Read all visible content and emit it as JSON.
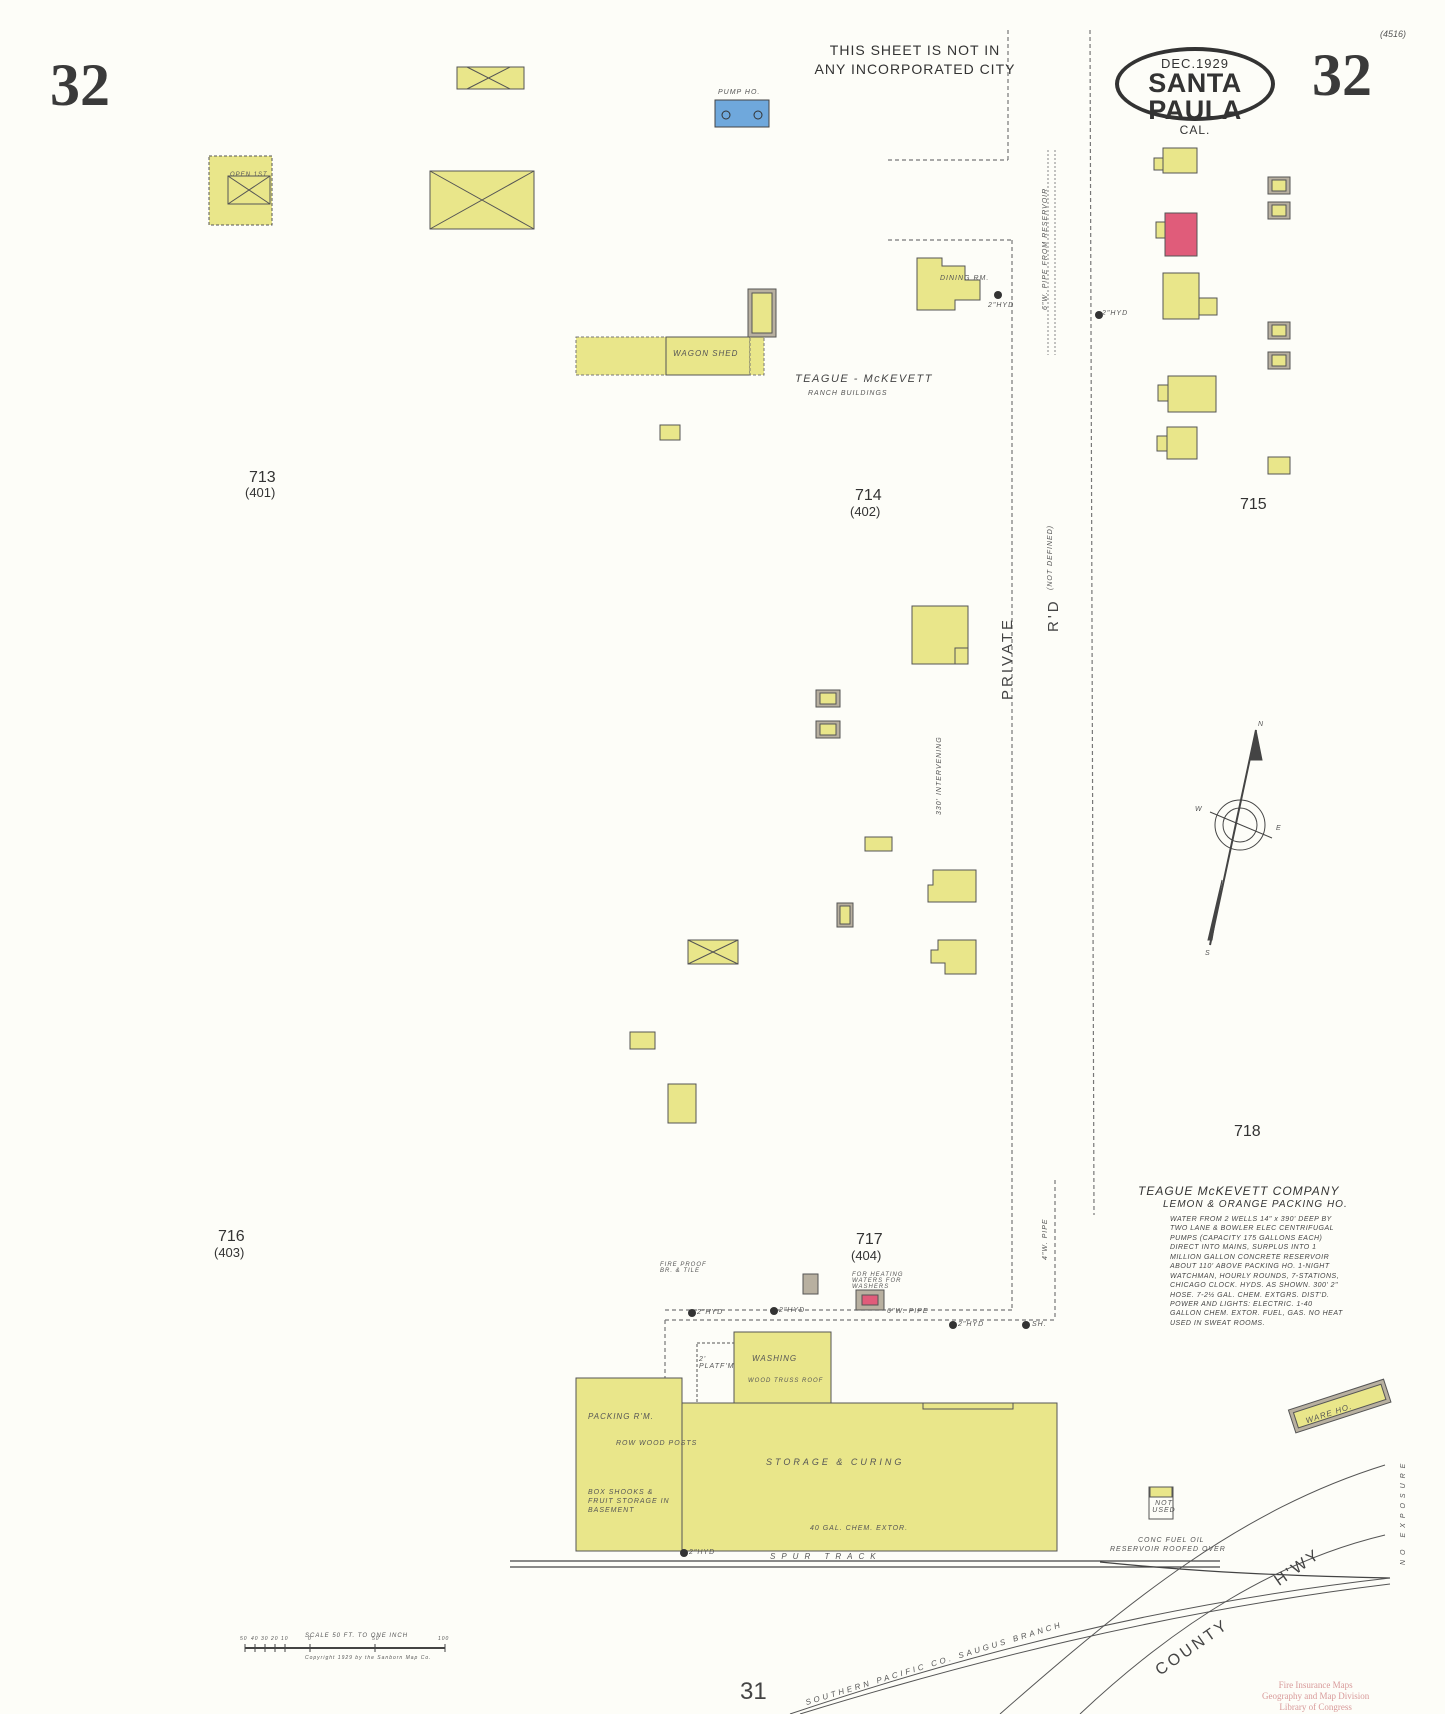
{
  "sheet": {
    "number_left": "32",
    "number_right": "32",
    "catalog_number": "(4516)",
    "notice_line1": "THIS SHEET IS NOT IN",
    "notice_line2": "ANY INCORPORATED CITY",
    "date": "DEC.1929",
    "city": "SANTA PAULA",
    "state": "CAL.",
    "bottom_sheet_ref": "31"
  },
  "blocks": {
    "b713": "713",
    "b713_sub": "(401)",
    "b714": "714",
    "b714_sub": "(402)",
    "b715": "715",
    "b716": "716",
    "b716_sub": "(403)",
    "b717": "717",
    "b717_sub": "(404)",
    "b718": "718"
  },
  "labels": {
    "pump_ho": "PUMP HO.",
    "open_1st": "OPEN 1ST",
    "dining_rm": "DINING RM.",
    "wagon_shed": "WAGON SHED",
    "ranch_title": "TEAGUE - McKEVETT",
    "ranch_sub": "RANCH  BUILDINGS",
    "private_rd": "PRIVATE",
    "rd": "R'D",
    "not_defined": "(NOT DEFINED)",
    "pipe_from_reservoir": "6\"W. PIPE   FROM RESERVOIR",
    "pipe_4w": "4\"W. PIPE",
    "intervening": "330'   INTERVENING",
    "hyd": "2\"HYD",
    "washing": "WASHING",
    "wood_truss": "WOOD TRUSS ROOF",
    "platform": "2' PLATF'M",
    "packing_rm": "PACKING  R'M.",
    "row_wood_posts": "ROW WOOD POSTS",
    "storage_curing": "STORAGE  &  CURING",
    "box_shooks": "BOX SHOOKS & FRUIT STORAGE IN BASEMENT",
    "chem_extor": "40 GAL. CHEM. EXTOR.",
    "spur_track": "SPUR    TRACK",
    "fireproof": "FIRE PROOF BR. & TILE",
    "heating_water": "FOR HEATING WATERS FOR WASHERS",
    "pipe_6w": "6\"W. PIPE",
    "sh": "SH.",
    "ware_ho": "WARE HO.",
    "not_used": "NOT USED",
    "conc_fuel": "CONC FUEL OIL",
    "reservoir_roofed": "RESERVOIR ROOFED OVER",
    "no_exposure": "NO  EXPOSURE",
    "county": "COUNTY",
    "hwy": "H'WY",
    "southern_pacific": "SOUTHERN  PACIFIC  CO.   SAUGUS  BRANCH"
  },
  "company": {
    "name": "TEAGUE  McKEVETT  COMPANY",
    "sub": "LEMON & ORANGE PACKING HO.",
    "notes": "WATER FROM 2 WELLS 14\" x 390' DEEP BY TWO LANE & BOWLER ELEC CENTRIFUGAL PUMPS (CAPACITY 175 GALLONS EACH) DIRECT INTO MAINS, SURPLUS INTO 1 MILLION GALLON CONCRETE RESERVOIR ABOUT 110' ABOVE PACKING HO. 1-NIGHT WATCHMAN, HOURLY ROUNDS, 7-STATIONS, CHICAGO CLOCK. HYDS. AS SHOWN. 300' 2\" HOSE. 7-2½ GAL. CHEM. EXTGRS. DIST'D. POWER AND LIGHTS: ELECTRIC. 1-40 GALLON CHEM. EXTOR. FUEL, GAS. NO HEAT USED IN SWEAT ROOMS."
  },
  "scale": {
    "title": "SCALE 50 FT. TO ONE INCH",
    "ticks": [
      "50",
      "40",
      "30",
      "20",
      "10",
      "0",
      "50",
      "100"
    ],
    "copyright": "Copyright 1929 by the Sanborn Map Co."
  },
  "compass": {
    "n": "N",
    "s": "S",
    "e": "E",
    "w": "W"
  },
  "stamp": {
    "line1": "Fire Insurance Maps",
    "line2": "Geography and Map Division",
    "line3": "Library of Congress"
  },
  "colors": {
    "frame": "#e9e68a",
    "brick": "#e05c7a",
    "stone": "#6fa8dc",
    "adobe": "#b8b0a0",
    "paper": "#fdfdf8"
  }
}
